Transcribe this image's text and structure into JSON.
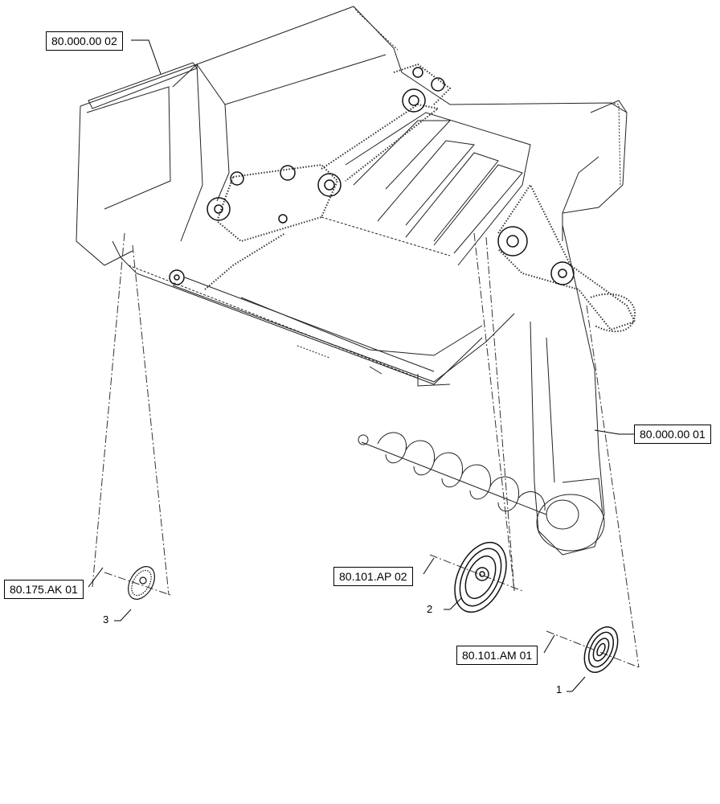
{
  "references": {
    "top_left": "80.000.00 02",
    "right": "80.000.00 01",
    "part3": "80.175.AK 01",
    "part2": "80.101.AP 02",
    "part1": "80.101.AM 01"
  },
  "item_numbers": {
    "one": "1",
    "two": "2",
    "three": "3"
  }
}
